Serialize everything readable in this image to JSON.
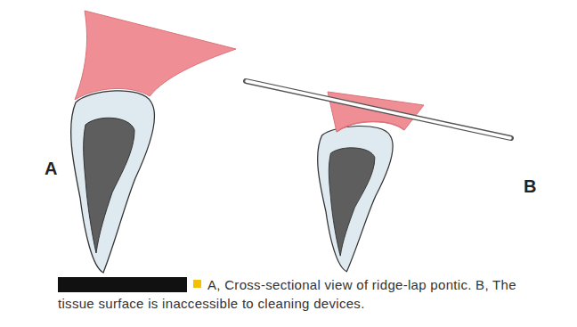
{
  "diagram": {
    "caption": "A, Cross-sectional view of ridge-lap pontic. B, The tissue surface is inaccessible to cleaning devices.",
    "labels": [
      "A",
      "B"
    ]
  }
}
